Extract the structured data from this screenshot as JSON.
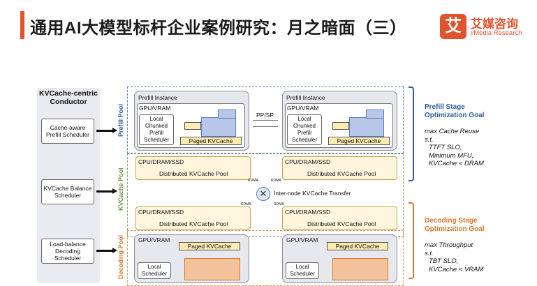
{
  "header": {
    "title": "通用AI大模型标杆企业案例研究：月之暗面（三）",
    "logo_mark": "艾",
    "logo_cn": "艾媒咨询",
    "logo_en": "iiMedia Research"
  },
  "diagram": {
    "conductor_title": "KVCache-centric Conductor",
    "schedulers": [
      "Cache-aware Prefill Scheduler",
      "KVCache Balance Scheduler",
      "Load-balance Decoding Scheduler"
    ],
    "pools": [
      "Prefill Pool",
      "KVCache Pool",
      "Decoding Pool"
    ],
    "prefill_instance_label": "Prefill Instance",
    "gpu_vram": "GPU/VRAM",
    "local_chunked_prefill": "Local Chunked Prefill Scheduler",
    "paged_kvcache": "Paged KVCache",
    "pp_sp": "PP/SP",
    "cpu_dram_ssd": "CPU/DRAM/SSD",
    "distributed_pool": "Distributed KVCache Pool",
    "transfer_label": "Inter-node KVCache Transfer",
    "rdma": "RDMA",
    "local_scheduler": "Local Scheduler",
    "prefill_goal": {
      "title": "Prefill Stage Optimization Goal",
      "lines": [
        "max Cache Reuse",
        "s.t.",
        "TTFT SLO,",
        "Minimum MFU,",
        "KVCache < DRAM"
      ]
    },
    "decoding_goal": {
      "title": "Decoding Stage Optimization Goal",
      "lines": [
        "max Throughput",
        "s.t.",
        "TBT SLO,",
        "KVCache < VRAM"
      ]
    }
  },
  "colors": {
    "accent": "#e2532d",
    "prefill_blue": "#2b5ea7",
    "kv_green": "#6a9a3c",
    "decode_orange": "#d8782d",
    "block_blue": "#b8c6ea",
    "block_orange": "#f4c29b"
  }
}
